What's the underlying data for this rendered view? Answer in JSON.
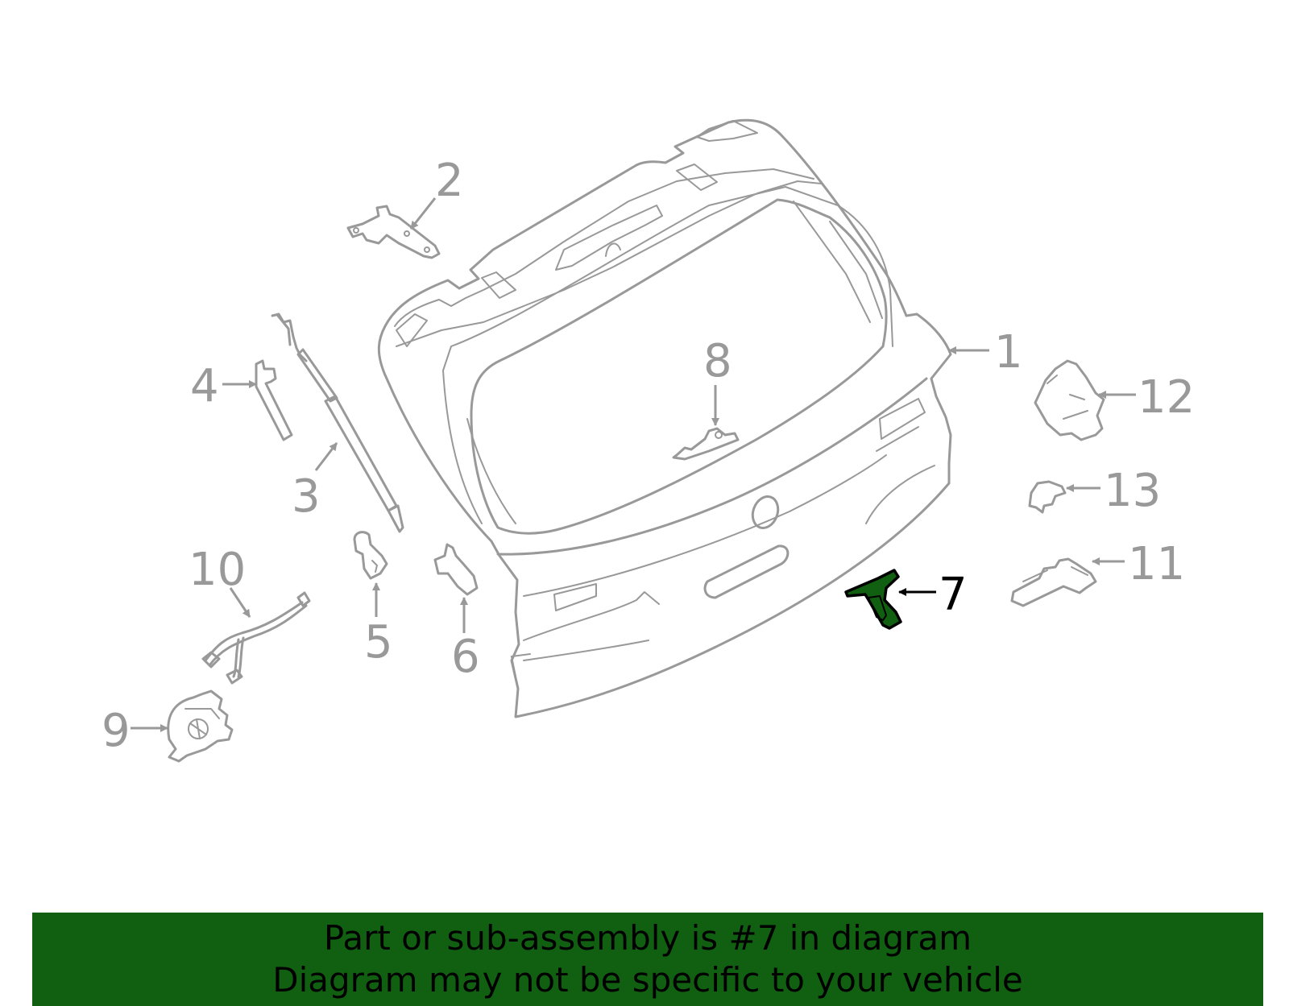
{
  "banner": {
    "line1": "Part or sub-assembly is #7 in diagram",
    "line2": "Diagram may not be specific to your vehicle",
    "color": "#116011"
  },
  "diagram": {
    "line_color": "#999999",
    "highlight_fill": "#116011",
    "highlighted_callout": "7",
    "callouts": {
      "c1": "1",
      "c2": "2",
      "c3": "3",
      "c4": "4",
      "c5": "5",
      "c6": "6",
      "c7": "7",
      "c8": "8",
      "c9": "9",
      "c10": "10",
      "c11": "11",
      "c12": "12",
      "c13": "13"
    }
  }
}
